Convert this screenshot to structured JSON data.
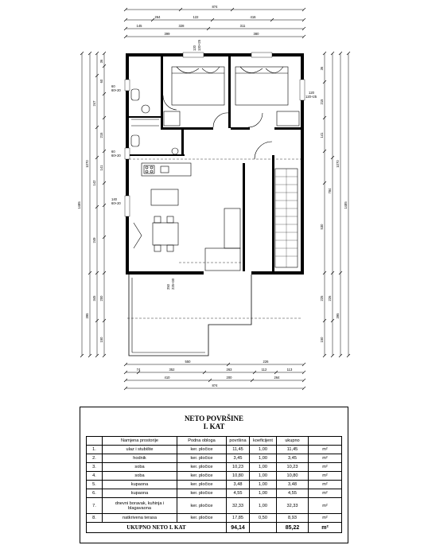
{
  "table": {
    "title_line1": "NETO POVRŠINE",
    "title_line2": "I. KAT",
    "headers": [
      "Namjena prostorije",
      "Podna obloga",
      "površina",
      "koeficijent",
      "ukupno"
    ],
    "rows": [
      {
        "num": "1.",
        "name": "ulaz i stubište",
        "floor": "ker. pločice",
        "area": "11,45",
        "coef": "1,00",
        "total": "11,45",
        "unit": "m²"
      },
      {
        "num": "2.",
        "name": "hodnik",
        "floor": "ker. pločice",
        "area": "3,45",
        "coef": "1,00",
        "total": "3,45",
        "unit": "m²"
      },
      {
        "num": "3.",
        "name": "soba",
        "floor": "ker. pločice",
        "area": "10,23",
        "coef": "1,00",
        "total": "10,23",
        "unit": "m²"
      },
      {
        "num": "4.",
        "name": "soba",
        "floor": "ker. pločice",
        "area": "10,80",
        "coef": "1,00",
        "total": "10,80",
        "unit": "m²"
      },
      {
        "num": "5.",
        "name": "kupaona",
        "floor": "ker. pločice",
        "area": "3,48",
        "coef": "1,00",
        "total": "3,48",
        "unit": "m²"
      },
      {
        "num": "6.",
        "name": "kupaona",
        "floor": "ker. pločice",
        "area": "4,55",
        "coef": "1,00",
        "total": "4,55",
        "unit": "m²"
      },
      {
        "num": "7.",
        "name": "dnevni boravak, kuhinja i blagavaona",
        "floor": "ker. pločice",
        "area": "32,33",
        "coef": "1,00",
        "total": "32,33",
        "unit": "m²"
      },
      {
        "num": "8.",
        "name": "natkrivena terasa",
        "floor": "ker. pločice",
        "area": "17,85",
        "coef": "0,50",
        "total": "8,93",
        "unit": "m²"
      }
    ],
    "total": {
      "label": "UKUPNO NETO I. KAT",
      "area": "94,14",
      "total": "85,22",
      "unit": "m²"
    }
  },
  "dimensions": {
    "top": [
      "874",
      "264",
      "122",
      "416",
      "145",
      "328",
      "311",
      "399",
      "380"
    ],
    "bottom": [
      "550",
      "226",
      "74",
      "352",
      "263",
      "112",
      "113",
      "410",
      "200",
      "264",
      "874"
    ],
    "left": [
      "1485",
      "1070",
      "36",
      "60",
      "247",
      "141",
      "215",
      "142",
      "249",
      "200",
      "395",
      "345",
      "150"
    ],
    "right": [
      "1485",
      "1070",
      "36",
      "215",
      "141",
      "784",
      "530",
      "225",
      "226",
      "395",
      "150"
    ],
    "openings": [
      "60",
      "60+20",
      "60",
      "60+20",
      "140",
      "60+20",
      "120",
      "120+25",
      "120",
      "120+25",
      "250",
      "225+30"
    ]
  }
}
